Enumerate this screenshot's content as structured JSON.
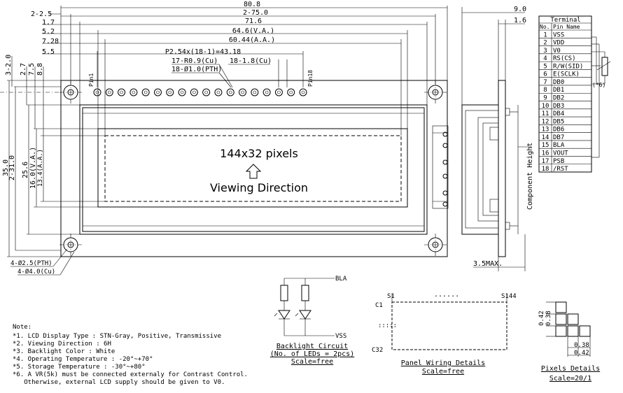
{
  "dims_top": [
    "80.8",
    "2-2.5",
    "2-75.0",
    "1.7",
    "71.6",
    "5.2",
    "64.6(V.A.)",
    "7.28",
    "60.44(A.A.)",
    "5.5"
  ],
  "pitch_notes": [
    "P2.54x(18-1)=43.18",
    "17-R0.9(Cu)",
    "18-Ø1.0(PTH)",
    "18-1.8(Cu)"
  ],
  "pin_labels": [
    "Pin1",
    "Pin18"
  ],
  "dims_left": [
    "3-2.0",
    "2.7",
    "7.5",
    "8.8",
    "35.0",
    "2-31.0",
    "25.6",
    "16.0(V.A.)",
    "13.4(A.A.)"
  ],
  "hole_notes": [
    "4-Ø2.5(PTH)",
    "4-Ø4.0(Cu)"
  ],
  "display_text": {
    "pixels": "144x32 pixels",
    "viewing": "Viewing Direction"
  },
  "side_view": {
    "dim1": "9.0",
    "dim2": "1.6",
    "height_label": "Component Height",
    "max_label": "3.5MAX."
  },
  "terminal": {
    "title": "Terminal",
    "col_no": "No.",
    "col_name": "Pin Name",
    "pins": [
      {
        "no": "1",
        "name": "VSS"
      },
      {
        "no": "2",
        "name": "VDD"
      },
      {
        "no": "3",
        "name": "V0"
      },
      {
        "no": "4",
        "name": "RS(CS)"
      },
      {
        "no": "5",
        "name": "R/W(SID)"
      },
      {
        "no": "6",
        "name": "E(SCLK)"
      },
      {
        "no": "7",
        "name": "DB0"
      },
      {
        "no": "8",
        "name": "DB1"
      },
      {
        "no": "9",
        "name": "DB2"
      },
      {
        "no": "10",
        "name": "DB3"
      },
      {
        "no": "11",
        "name": "DB4"
      },
      {
        "no": "12",
        "name": "DB5"
      },
      {
        "no": "13",
        "name": "DB6"
      },
      {
        "no": "14",
        "name": "DB7"
      },
      {
        "no": "15",
        "name": "BLA"
      },
      {
        "no": "16",
        "name": "VOUT"
      },
      {
        "no": "17",
        "name": "PSB"
      },
      {
        "no": "18",
        "name": "/RST"
      }
    ],
    "vr_note": "(*6)"
  },
  "notes": {
    "heading": "Note:",
    "items": [
      "*1. LCD Display Type : STN-Gray, Positive, Transmissive",
      "*2. Viewing Direction : 6H",
      "*3. Backlight Color : White",
      "*4. Operating Temperature : -20°~+70°",
      "*5. Storage Temperature : -30°~+80°",
      "*6. A VR(5k) must be connected externaly for Contrast Control.",
      "   Otherwise, external LCD supply should be given to V0."
    ]
  },
  "backlight": {
    "bla": "BLA",
    "vss": "VSS",
    "title": "Backlight Circuit",
    "sub": "(No. of LEDs = 2pcs)",
    "scale": "Scale=free"
  },
  "wiring": {
    "s1": "S1",
    "s144": "S144",
    "c1": "C1",
    "c32": "C32",
    "dots_h": "......",
    "dots_v": ":::::",
    "title": "Panel Wiring Details",
    "scale": "Scale=free"
  },
  "pixels_detail": {
    "d1": "0.42",
    "d2": "0.38",
    "d3": "0.38",
    "d4": "0.42",
    "title": "Pixels Details",
    "scale": "Scale=20/1"
  }
}
